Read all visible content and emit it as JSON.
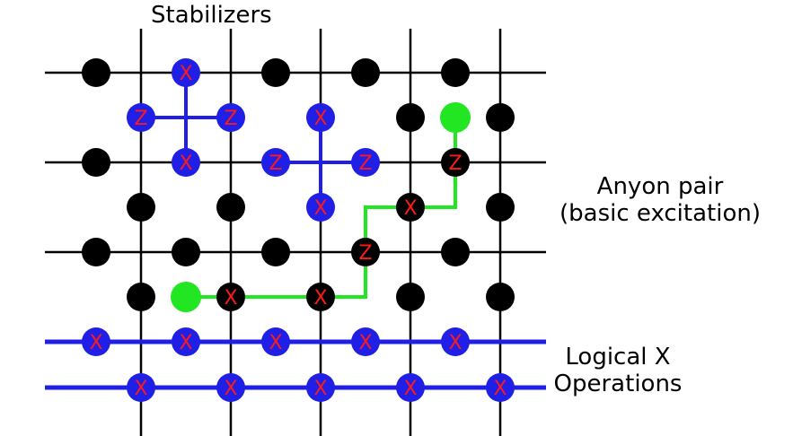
{
  "labels": {
    "stabilizers": "Stabilizers",
    "anyon_line1": "Anyon pair",
    "anyon_line2": "(basic excitation)",
    "logical_line1": "Logical X",
    "logical_line2": "Operations"
  },
  "colors": {
    "grid": "#000000",
    "qubit": "#000000",
    "operator": "#1f1fe6",
    "operator_letter": "#ff1a1a",
    "anyon": "#22e622",
    "anyon_path": "#22e622"
  },
  "lattice": {
    "vertical_lines": 5,
    "horizontal_lines": 4,
    "logical_rows": 2
  },
  "qubits": {
    "plain": [
      [
        0.5,
        0
      ],
      [
        2.5,
        0
      ],
      [
        3.5,
        0
      ],
      [
        3,
        0.5
      ],
      [
        4,
        0.5
      ],
      [
        -0.5,
        1
      ],
      [
        0,
        1.5
      ],
      [
        1,
        1.5
      ],
      [
        4,
        1.5
      ],
      [
        -0.5,
        2
      ],
      [
        0.5,
        2
      ],
      [
        1.5,
        2
      ],
      [
        3.5,
        2
      ],
      [
        0,
        2.5
      ],
      [
        3,
        2.5
      ],
      [
        4,
        2.5
      ]
    ],
    "X": [
      [
        0.5,
        0
      ],
      [
        0.5,
        1
      ],
      [
        2,
        0.5
      ],
      [
        2,
        1.5
      ],
      [
        3,
        1.5
      ],
      [
        1,
        2.5
      ],
      [
        2,
        2.5
      ]
    ],
    "Z": [
      [
        0,
        0.5
      ],
      [
        1,
        0.5
      ],
      [
        1.5,
        1
      ],
      [
        2.5,
        1
      ],
      [
        3.5,
        1
      ],
      [
        2.5,
        2
      ]
    ],
    "logical_row_1": [
      "X",
      "X",
      "X",
      "X",
      "X"
    ],
    "logical_row_2": [
      "X",
      "X",
      "X",
      "X",
      "X"
    ]
  },
  "anyons": [
    [
      3.5,
      0.5
    ],
    [
      0.5,
      2.5
    ]
  ]
}
